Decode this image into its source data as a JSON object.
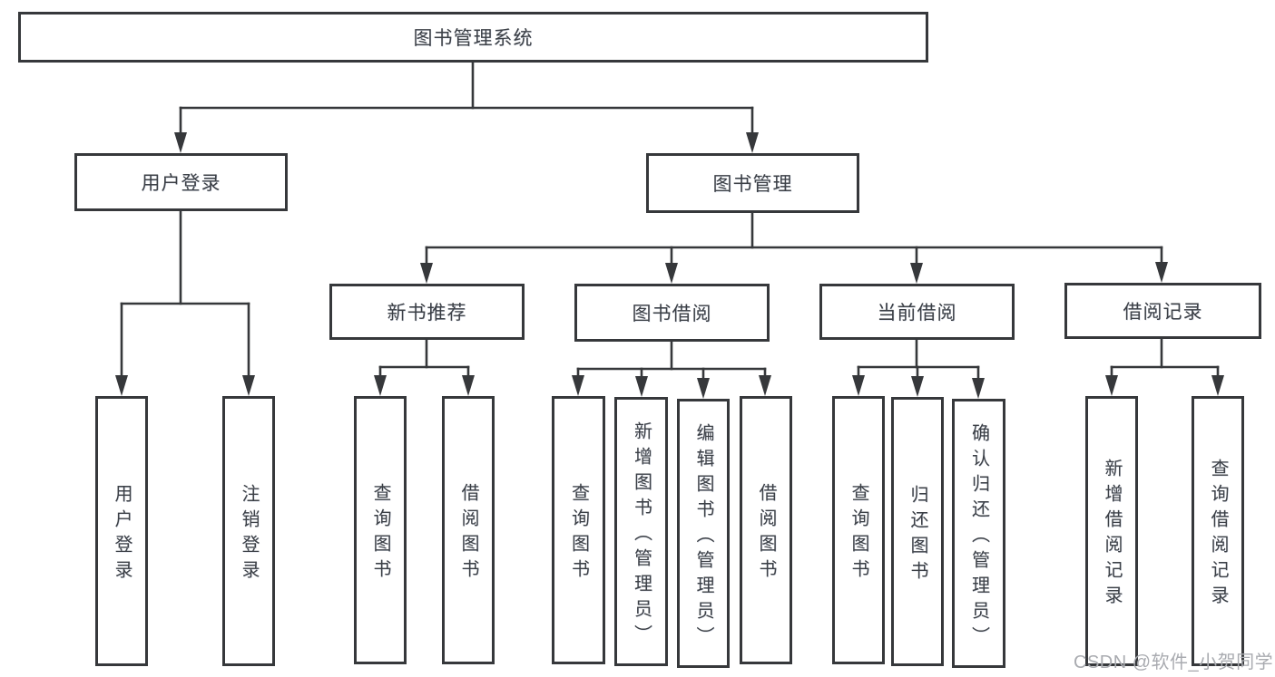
{
  "tree": {
    "label": "图书管理系统",
    "children": [
      {
        "label": "用户登录",
        "children": [
          {
            "label": "用户登录"
          },
          {
            "label": "注销登录"
          }
        ]
      },
      {
        "label": "图书管理",
        "children": [
          {
            "label": "新书推荐",
            "children": [
              {
                "label": "查询图书"
              },
              {
                "label": "借阅图书"
              }
            ]
          },
          {
            "label": "图书借阅",
            "children": [
              {
                "label": "查询图书"
              },
              {
                "label": "新增图书（管理员）"
              },
              {
                "label": "编辑图书（管理员）"
              },
              {
                "label": "借阅图书"
              }
            ]
          },
          {
            "label": "当前借阅",
            "children": [
              {
                "label": "查询图书"
              },
              {
                "label": "归还图书"
              },
              {
                "label": "确认归还（管理员）"
              }
            ]
          },
          {
            "label": "借阅记录",
            "children": [
              {
                "label": "新增借阅记录"
              },
              {
                "label": "查询借阅记录"
              }
            ]
          }
        ]
      }
    ]
  },
  "watermark": "CSDN @软件_小贺同学",
  "colors": {
    "line": "#36383b",
    "box_border": "#36383b",
    "text": "#3c4046",
    "background": "#ffffff",
    "watermark": "#a9abb0"
  }
}
